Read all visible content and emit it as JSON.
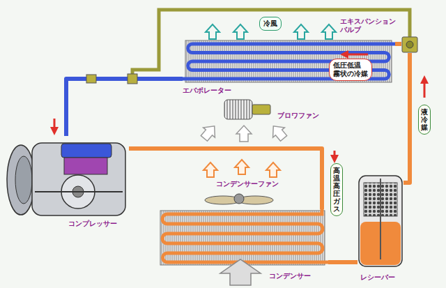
{
  "diagram": {
    "nodes": [
      {
        "text": [
          "冷風"
        ]
      },
      {
        "text": [
          "エキスパンション バルブ"
        ]
      },
      {
        "text": [
          "低圧低温 霧状の冷媒"
        ]
      },
      {
        "text": [
          "エバポレーター"
        ]
      },
      {
        "text": [
          "ブロワファン"
        ]
      },
      {
        "text": [
          "液冷媒"
        ]
      },
      {
        "text": [
          "コンプレッサー"
        ]
      },
      {
        "text": [
          "コンデンサーファン"
        ]
      },
      {
        "text": [
          "高温高圧ガス"
        ]
      },
      {
        "text": [
          "レシーバー"
        ]
      },
      {
        "text": [
          "コンデンサー"
        ]
      }
    ],
    "edges": [
      {
        "from": 6,
        "to": 10,
        "arrow": "none"
      },
      {
        "from": 10,
        "to": 9,
        "arrow": "none"
      },
      {
        "from": 9,
        "to": 1,
        "arrow": "none"
      },
      {
        "from": 1,
        "to": 3,
        "arrow": "none"
      },
      {
        "from": 3,
        "to": 6,
        "arrow": "none"
      }
    ]
  }
}
